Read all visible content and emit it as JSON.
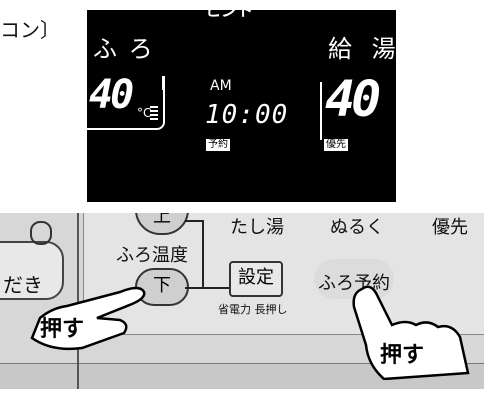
{
  "top_left_fragment": "コン〕",
  "display": {
    "title_fragment": "ヒント",
    "bath_label": "ふ ろ",
    "bath_temp": "40",
    "bath_unit": "°C",
    "time_ampm": "AM",
    "time": "10:00",
    "reserve_tag": "予約",
    "hot_water_label": "給 湯",
    "hot_water_temp": "40",
    "priority_tag": "優先"
  },
  "panel": {
    "oidaki_label": "だき",
    "up_label": "上",
    "down_label": "下",
    "bath_temp_label": "ふろ温度",
    "set_label": "設定",
    "set_sub_label": "省電力 長押し",
    "tashiyu_label": "たし湯",
    "nuruku_label": "ぬるく",
    "yusen_label": "優先",
    "furo_yoyaku_label": "ふろ予約",
    "push_left": "押す",
    "push_right": "押す"
  }
}
